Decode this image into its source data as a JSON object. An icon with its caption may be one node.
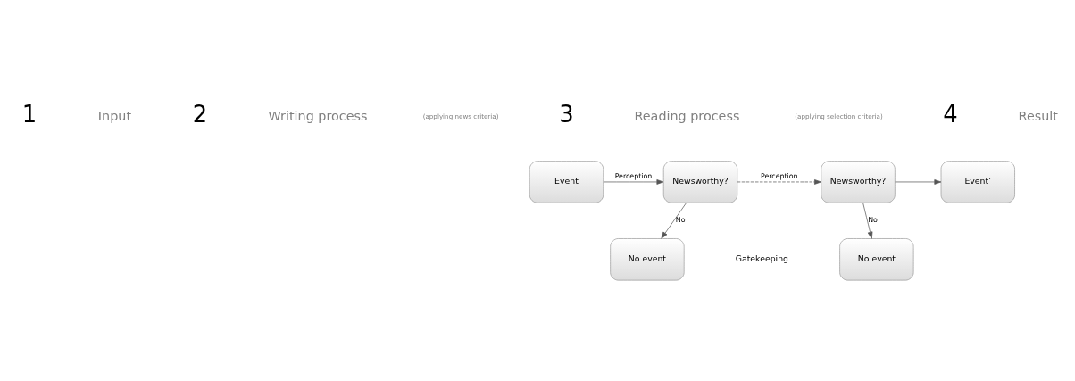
{
  "diagram": {
    "nodes": [
      {
        "text": [
          "Event"
        ]
      },
      {
        "text": [
          "Newsworthy?"
        ]
      },
      {
        "text": [
          "No event"
        ]
      },
      {
        "text": [
          "Newsworthy?"
        ]
      },
      {
        "text": [
          "No event"
        ]
      },
      {
        "text": [
          "Event’"
        ]
      }
    ],
    "edges": [
      {
        "from": 0,
        "to": 1,
        "arrow": "to",
        "label": "Perception"
      },
      {
        "from": 1,
        "to": 2,
        "arrow": "to",
        "label": "No"
      },
      {
        "from": 1,
        "to": 3,
        "arrow": "to",
        "label": "Perception",
        "style": "dashed"
      },
      {
        "from": 3,
        "to": 4,
        "arrow": "to",
        "label": "No"
      },
      {
        "from": 3,
        "to": 5,
        "arrow": "to"
      }
    ],
    "labels": [
      "1",
      "Input",
      "2",
      "Writing process",
      "(applying news criteria)",
      "3",
      "Reading process",
      "(applying selection criteria)",
      "4",
      "Result",
      "Gatekeeping"
    ]
  }
}
